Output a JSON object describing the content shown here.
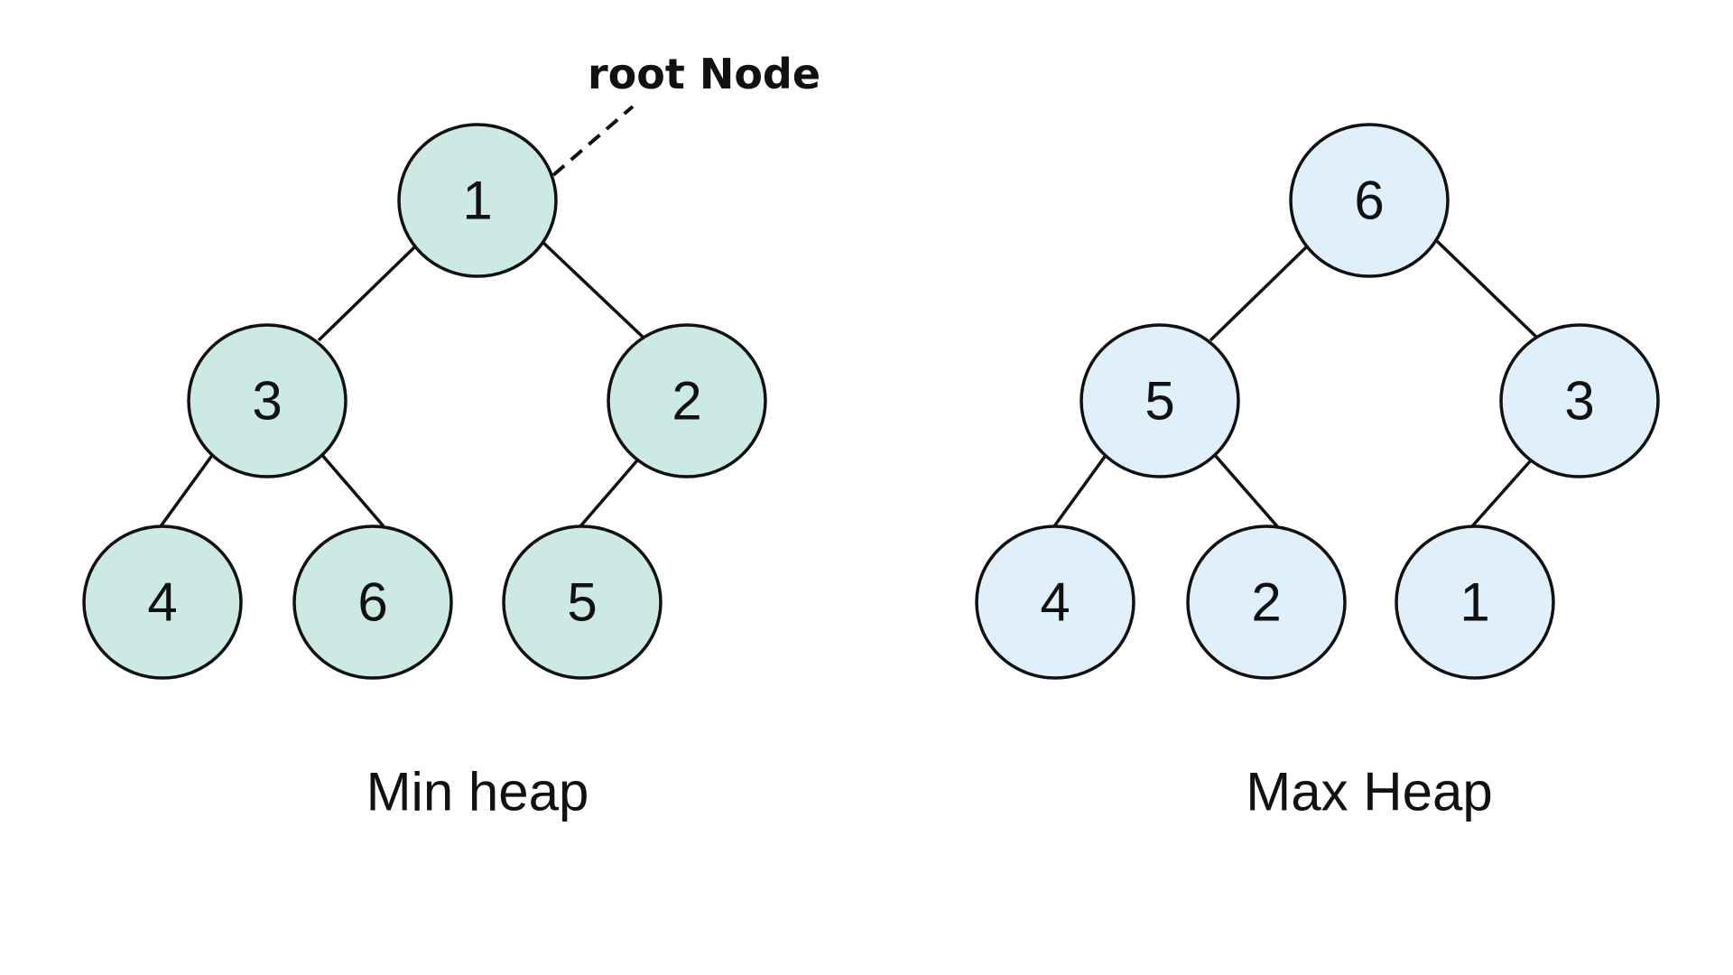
{
  "callout": {
    "label": "root Node"
  },
  "heaps": [
    {
      "caption": "Min heap",
      "fill_color": "#cceae3",
      "nodes": [
        "1",
        "3",
        "2",
        "4",
        "6",
        "5"
      ]
    },
    {
      "caption": "Max Heap",
      "fill_color": "#dff0fa",
      "nodes": [
        "6",
        "5",
        "3",
        "4",
        "2",
        "1"
      ]
    }
  ]
}
